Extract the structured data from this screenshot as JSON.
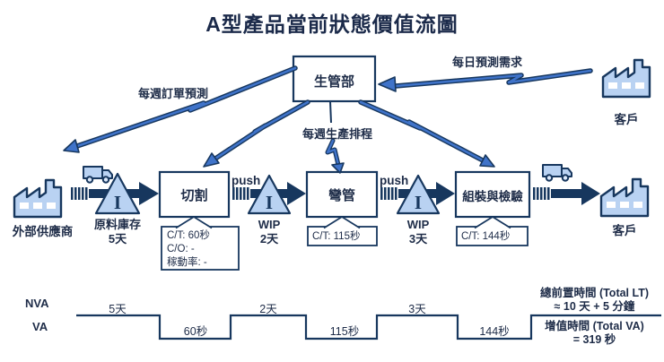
{
  "title": "A型產品當前狀態價值流圖",
  "control_box": {
    "label": "生管部"
  },
  "entities": {
    "supplier_label": "外部供應商",
    "customer_top_label": "客戶",
    "customer_right_label": "客戶"
  },
  "info_flows": {
    "daily_forecast": "每日預測需求",
    "weekly_order_forecast": "每週訂單預測",
    "weekly_production_schedule": "每週生產排程"
  },
  "push": {
    "first": "push",
    "second": "push"
  },
  "inventories": {
    "raw": {
      "symbol": "I",
      "label": "原料庫存",
      "qty": "5天"
    },
    "wip1": {
      "symbol": "I",
      "label": "WIP",
      "qty": "2天"
    },
    "wip2": {
      "symbol": "I",
      "label": "WIP",
      "qty": "3天"
    }
  },
  "processes": {
    "cutting": {
      "name": "切割",
      "line1": "C/T: 60秒",
      "line2": "C/O: -",
      "line3": "稼動率: -"
    },
    "bending": {
      "name": "彎管",
      "line1": "C/T: 115秒"
    },
    "assembly": {
      "name": "組裝與檢驗",
      "line1": "C/T: 144秒"
    }
  },
  "timeline": {
    "nva_label": "NVA",
    "va_label": "VA",
    "seg1_nva": "5天",
    "seg1_va": "60秒",
    "seg2_nva": "2天",
    "seg2_va": "115秒",
    "seg3_nva": "3天",
    "seg3_va": "144秒",
    "total_lt_title": "總前置時間 (Total LT)",
    "total_lt_value": "≈ 10 天 + 5 分鐘",
    "total_va_title": "增值時間 (Total VA)",
    "total_va_value": "= 319 秒"
  },
  "colors": {
    "ink": "#17375e",
    "bolt_blue": "#3f73c9",
    "light_blue": "#b9d2f2",
    "white": "#ffffff"
  }
}
